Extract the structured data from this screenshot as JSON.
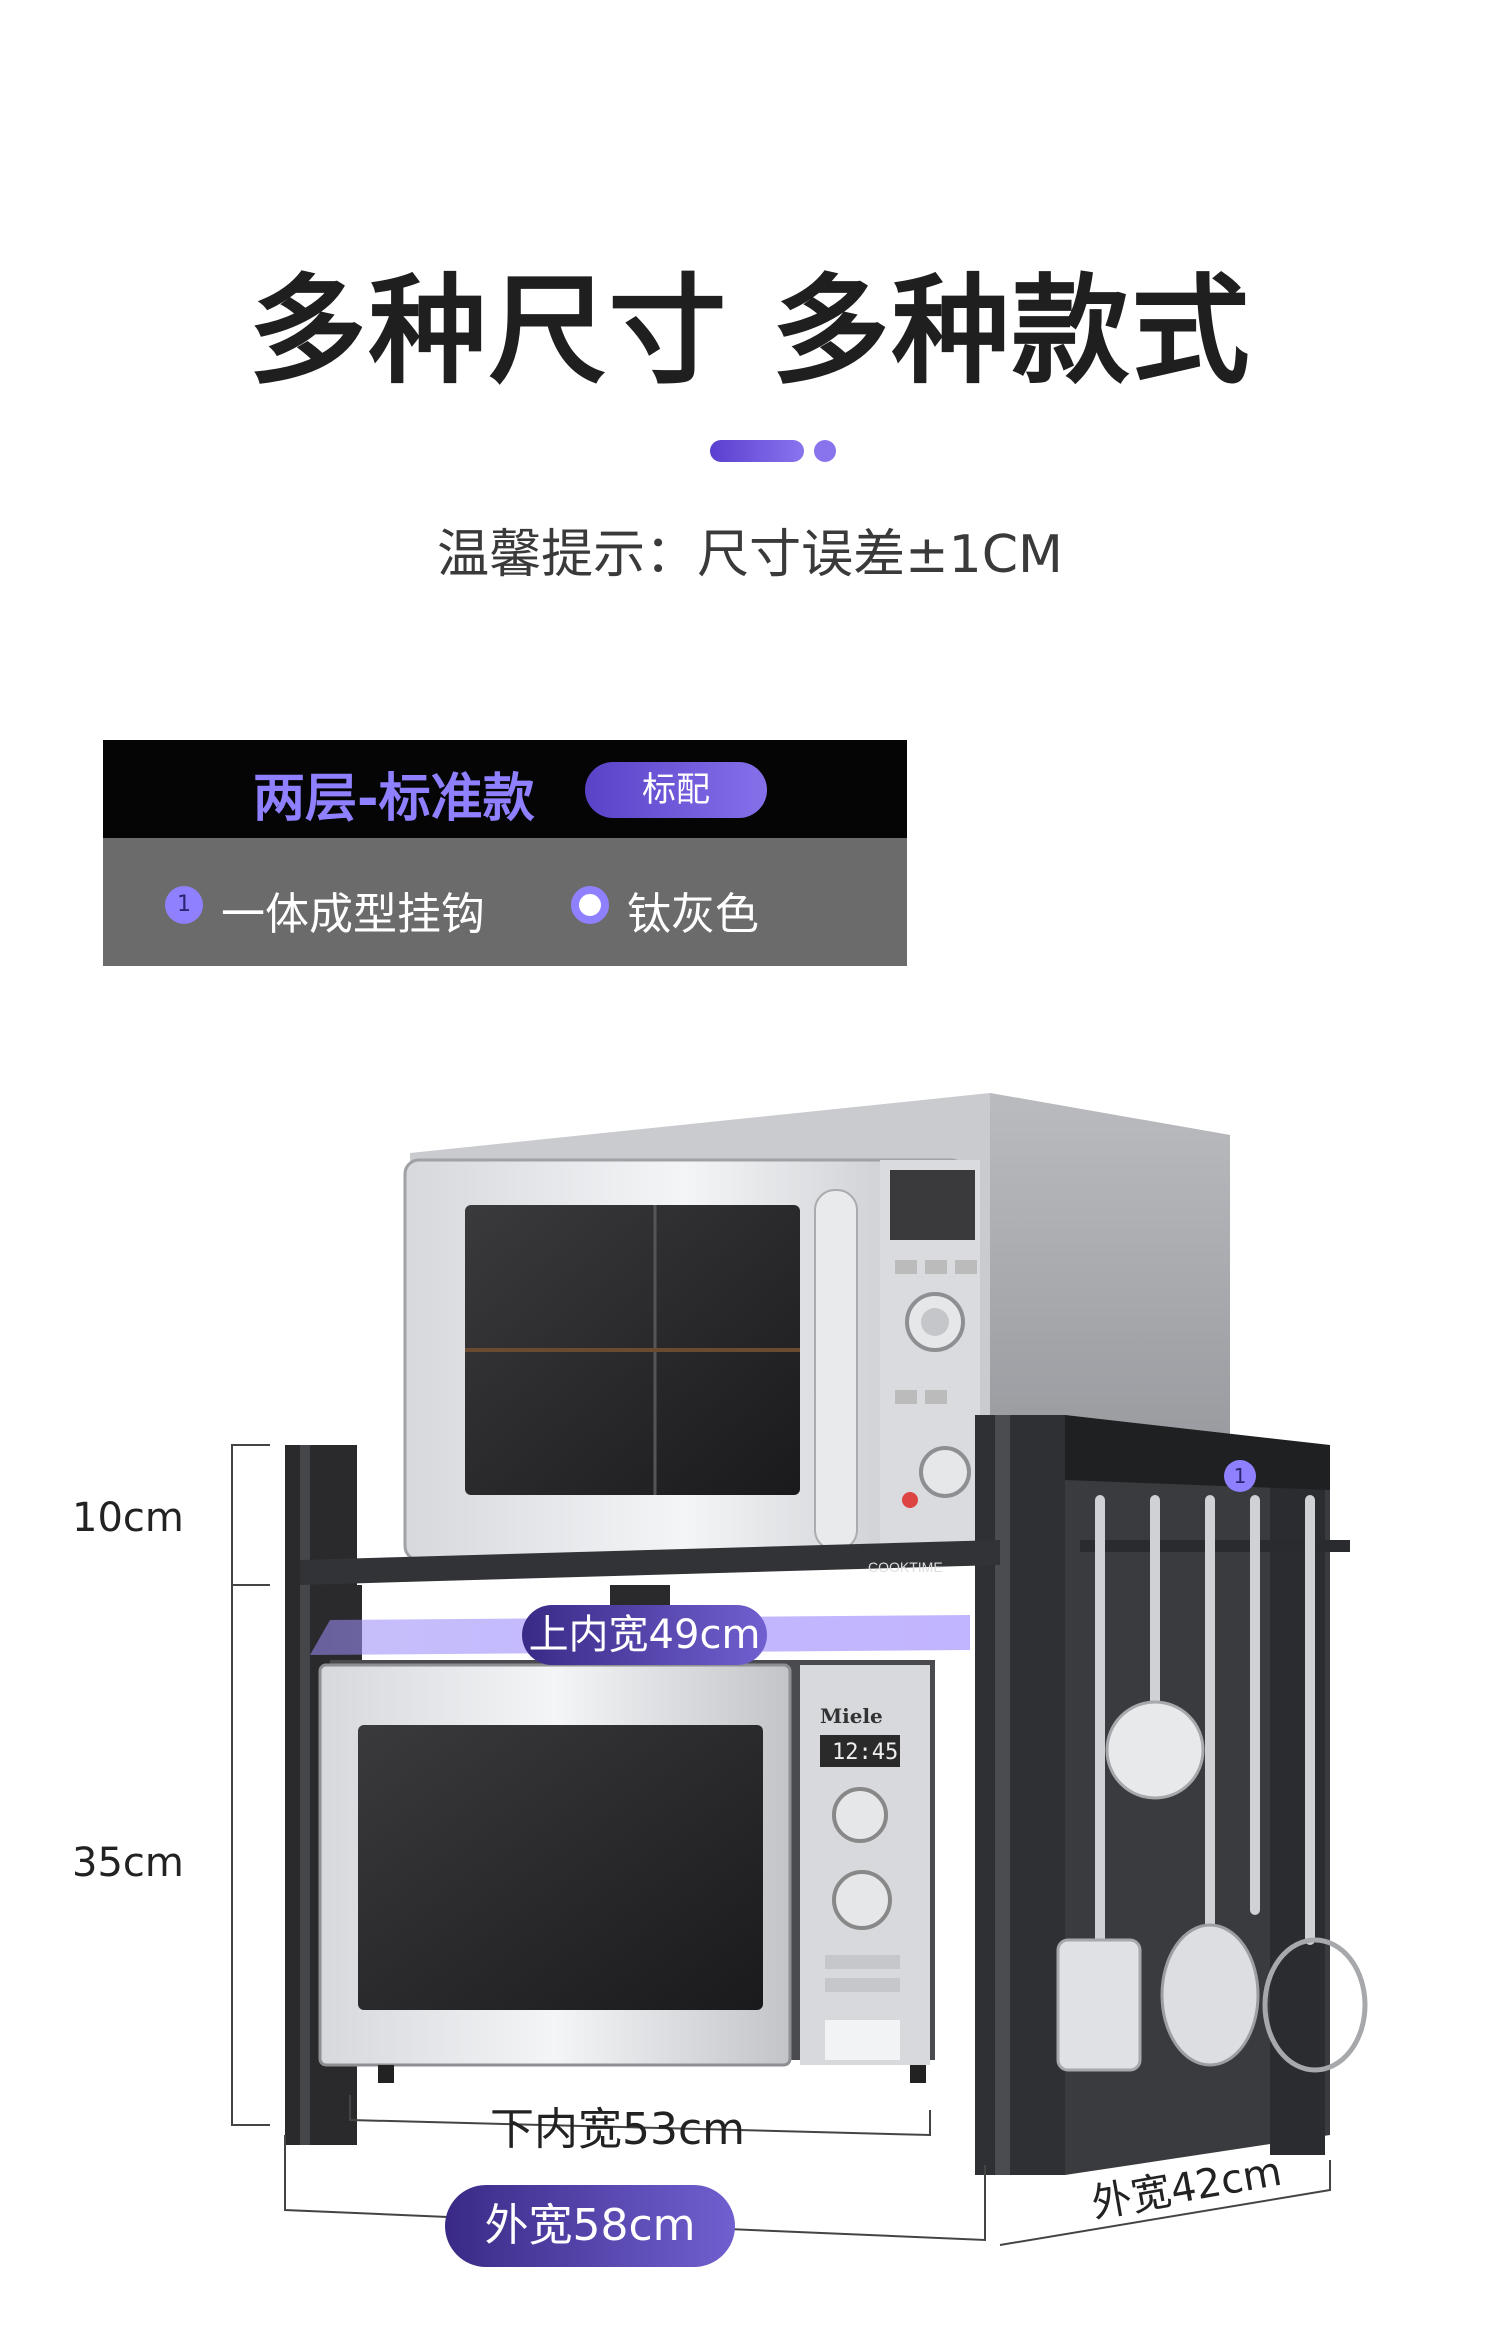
{
  "header": {
    "title": "多种尺寸 多种款式",
    "tip": "温馨提示：尺寸误差±1CM"
  },
  "spec": {
    "title": "两层-标准款",
    "badge": "标配",
    "features": [
      {
        "icon": "number-badge-icon",
        "number": "1",
        "label": "一体成型挂钩"
      },
      {
        "icon": "radio-dot-icon",
        "label": "钛灰色"
      }
    ]
  },
  "diagram": {
    "height_top": "10cm",
    "height_bottom": "35cm",
    "upper_inner_width": "上内宽49cm",
    "lower_inner_width": "下内宽53cm",
    "outer_width": "外宽58cm",
    "outer_depth": "外宽42cm",
    "hook_marker": "1",
    "brand_rack": "COOKTIME",
    "brand_microwave": "Miele",
    "clock": "12:45"
  },
  "colors": {
    "accent": "#8f80ff",
    "accent_dark": "#5a42c8",
    "rack": "#2a2a2c",
    "spec_dark": "#050505",
    "spec_gray": "#6b6b6b"
  }
}
